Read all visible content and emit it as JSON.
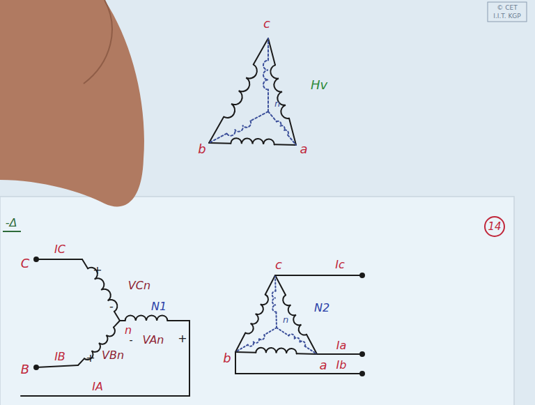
{
  "diagram": {
    "labels": [
      "© CET",
      "I.I.T. KGP",
      "c",
      "Hv",
      "b",
      "a",
      "-Δ",
      "14",
      "C",
      "IC",
      "+",
      "VCn",
      "-",
      "n",
      "N1",
      "-",
      "VAn",
      "+",
      "VBn",
      "+",
      "IB",
      "B",
      "IA",
      "c",
      "Ic",
      "N2",
      "n",
      "b",
      "a",
      "Ia",
      "Ib",
      "n"
    ]
  }
}
